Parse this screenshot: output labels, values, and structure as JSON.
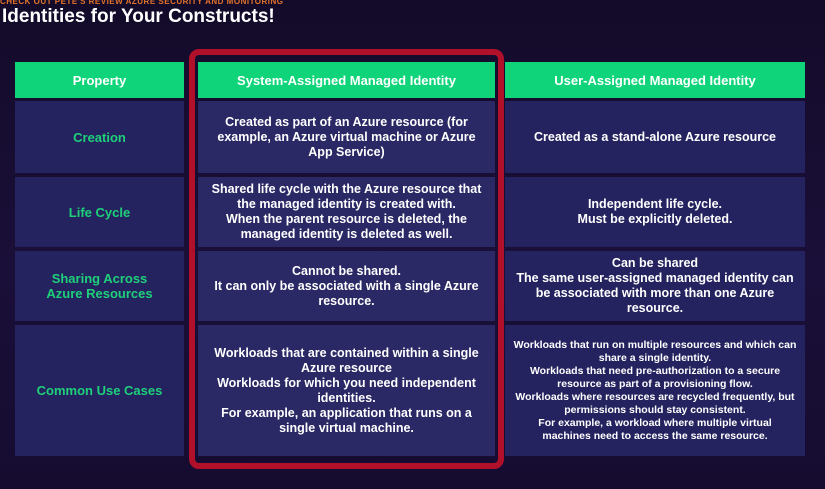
{
  "header_strip": "CHECK OUT PETE'S REVIEW AZURE SECURITY AND MONITORING",
  "title": "Identities for Your Constructs!",
  "table": {
    "headers": [
      "Property",
      "System-Assigned Managed Identity",
      "User-Assigned Managed Identity"
    ],
    "rows": [
      {
        "property": "Creation",
        "system": "Created as part of an Azure resource (for example, an Azure virtual machine or Azure App Service)",
        "user": "Created as a stand-alone Azure resource"
      },
      {
        "property": "Life Cycle",
        "system": "Shared life cycle with the Azure resource that the managed identity is created with.\nWhen the parent resource is deleted, the managed identity is deleted as well.",
        "user": "Independent life cycle.\nMust be explicitly deleted."
      },
      {
        "property": "Sharing Across\nAzure Resources",
        "system": "Cannot be shared.\nIt can only be associated with a single Azure resource.",
        "user": "Can be shared\nThe same user-assigned managed identity can be associated with more than one Azure resource."
      },
      {
        "property": "Common Use Cases",
        "system": "Workloads that are contained within a single Azure resource\nWorkloads for which you need independent identities.\nFor example, an application that runs on a single virtual machine.",
        "user": "Workloads that run on multiple resources and which can share a single identity.\nWorkloads that need pre-authorization to a secure resource as part of a provisioning flow.\nWorkloads where resources are recycled frequently, but permissions should stay consistent.\nFor example, a workload where multiple virtual machines need to access the same resource."
      }
    ]
  },
  "colors": {
    "background": "#1a0f38",
    "header_green": "#10d47a",
    "property_text": "#1ed07a",
    "cell_bg": "#25235f",
    "highlight_border": "#b0102a",
    "strip_text": "#e2732a"
  }
}
